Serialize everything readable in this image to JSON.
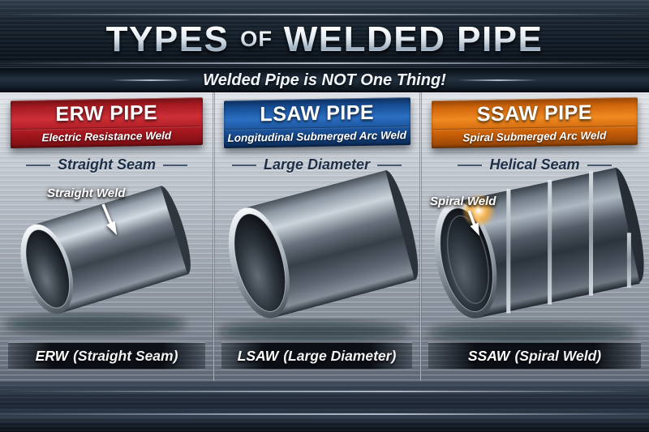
{
  "header": {
    "title_part1": "TYPES",
    "title_part2": "OF",
    "title_part3": "WELDED PIPE",
    "subtitle": "Welded Pipe is NOT One Thing!"
  },
  "columns": [
    {
      "id": "erw",
      "name": "ERW PIPE",
      "full_name": "Electric Resistance Weld",
      "seam_type": "Straight Seam",
      "annotation": "Straight Weld",
      "caption_acronym": "ERW",
      "caption_detail": "(Straight Seam)",
      "accent_color": "#c1272d"
    },
    {
      "id": "lsaw",
      "name": "LSAW PIPE",
      "full_name": "Longitudinal Submerged Arc Weld",
      "seam_type": "Large Diameter",
      "caption_acronym": "LSAW",
      "caption_detail": "(Large Diameter)",
      "accent_color": "#1a55a0"
    },
    {
      "id": "ssaw",
      "name": "SSAW PIPE",
      "full_name": "Spiral Submerged Arc Weld",
      "seam_type": "Helical Seam",
      "annotation": "Spiral Weld",
      "caption_acronym": "SSAW",
      "caption_detail": "(Spiral Weld)",
      "accent_color": "#e8791a"
    }
  ],
  "palette": {
    "background_dark": "#151f2b",
    "metal_light": "#b8bfc8",
    "weld_glow": "#ffb13d"
  }
}
